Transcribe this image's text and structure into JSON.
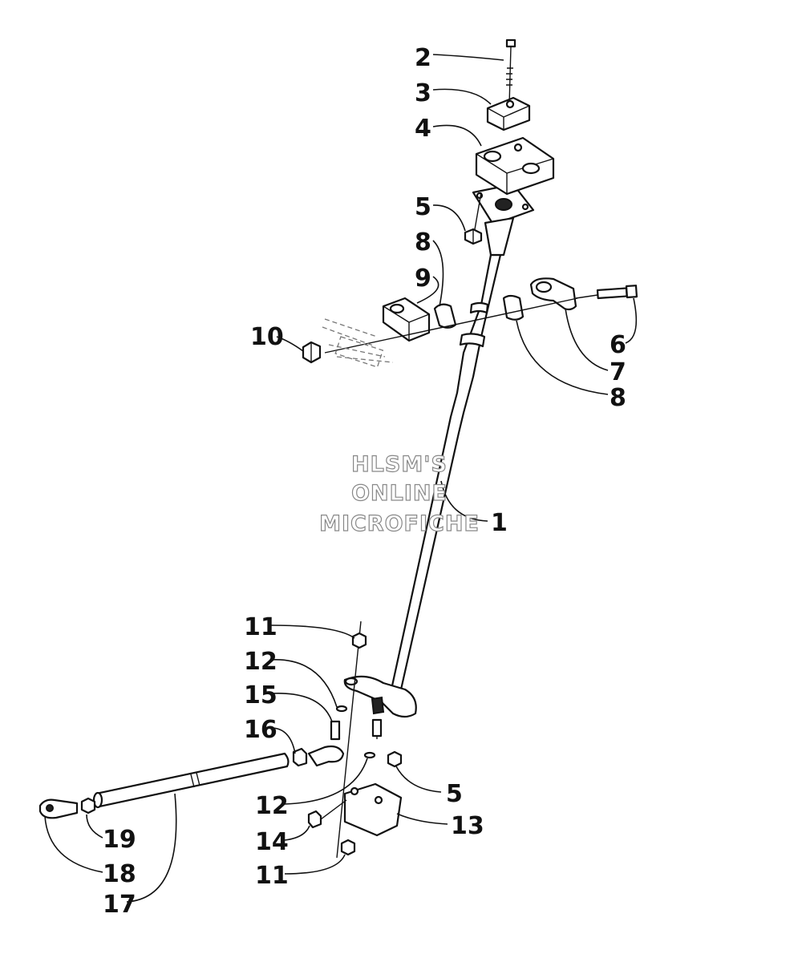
{
  "watermark": {
    "line1": "HLSM'S",
    "line2": "ONLINE",
    "line3": "MICROFICHE"
  },
  "callouts": {
    "c1": "1",
    "c2": "2",
    "c3": "3",
    "c4": "4",
    "c5_top": "5",
    "c5_bottom": "5",
    "c6": "6",
    "c7": "7",
    "c8_upper": "8",
    "c8_right": "8",
    "c9": "9",
    "c10": "10",
    "c11_top": "11",
    "c11_bottom": "11",
    "c12_top": "12",
    "c12_bottom": "12",
    "c13": "13",
    "c14": "14",
    "c15": "15",
    "c16": "16",
    "c17": "17",
    "c18": "18",
    "c19": "19"
  }
}
